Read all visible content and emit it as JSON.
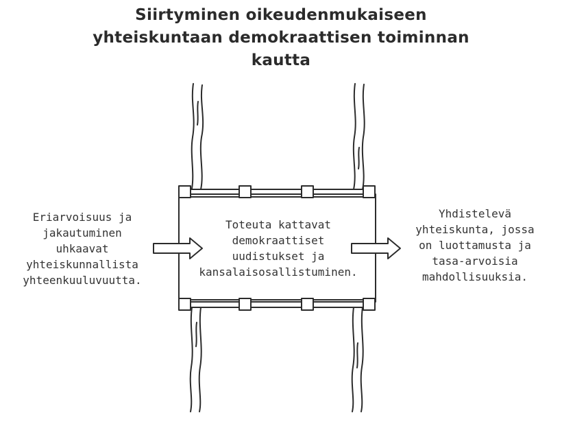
{
  "title": {
    "line1": "Siirtyminen oikeudenmukaiseen",
    "line2": "yhteiskuntaan demokraattisen toiminnan",
    "line3": "kautta"
  },
  "left_text": {
    "line1": "Eriarvoisuus ja",
    "line2": "jakautuminen",
    "line3": "uhkaavat",
    "line4": "yhteiskunnallista",
    "line5": "yhteenkuuluvuutta."
  },
  "center_text": {
    "line1": "Toteuta kattavat",
    "line2": "demokraattiset",
    "line3": "uudistukset ja",
    "line4": "kansalaisosallistuminen."
  },
  "right_text": {
    "line1": "Yhdistelevä",
    "line2": "yhteiskunta, jossa",
    "line3": "on luottamusta ja",
    "line4": "tasa-arvoisia",
    "line5": "mahdollisuuksia."
  },
  "colors": {
    "stroke": "#2b2b2b",
    "background": "#ffffff"
  },
  "icons": [
    "river-bank-line",
    "bridge-icon",
    "arrow-right-icon"
  ]
}
